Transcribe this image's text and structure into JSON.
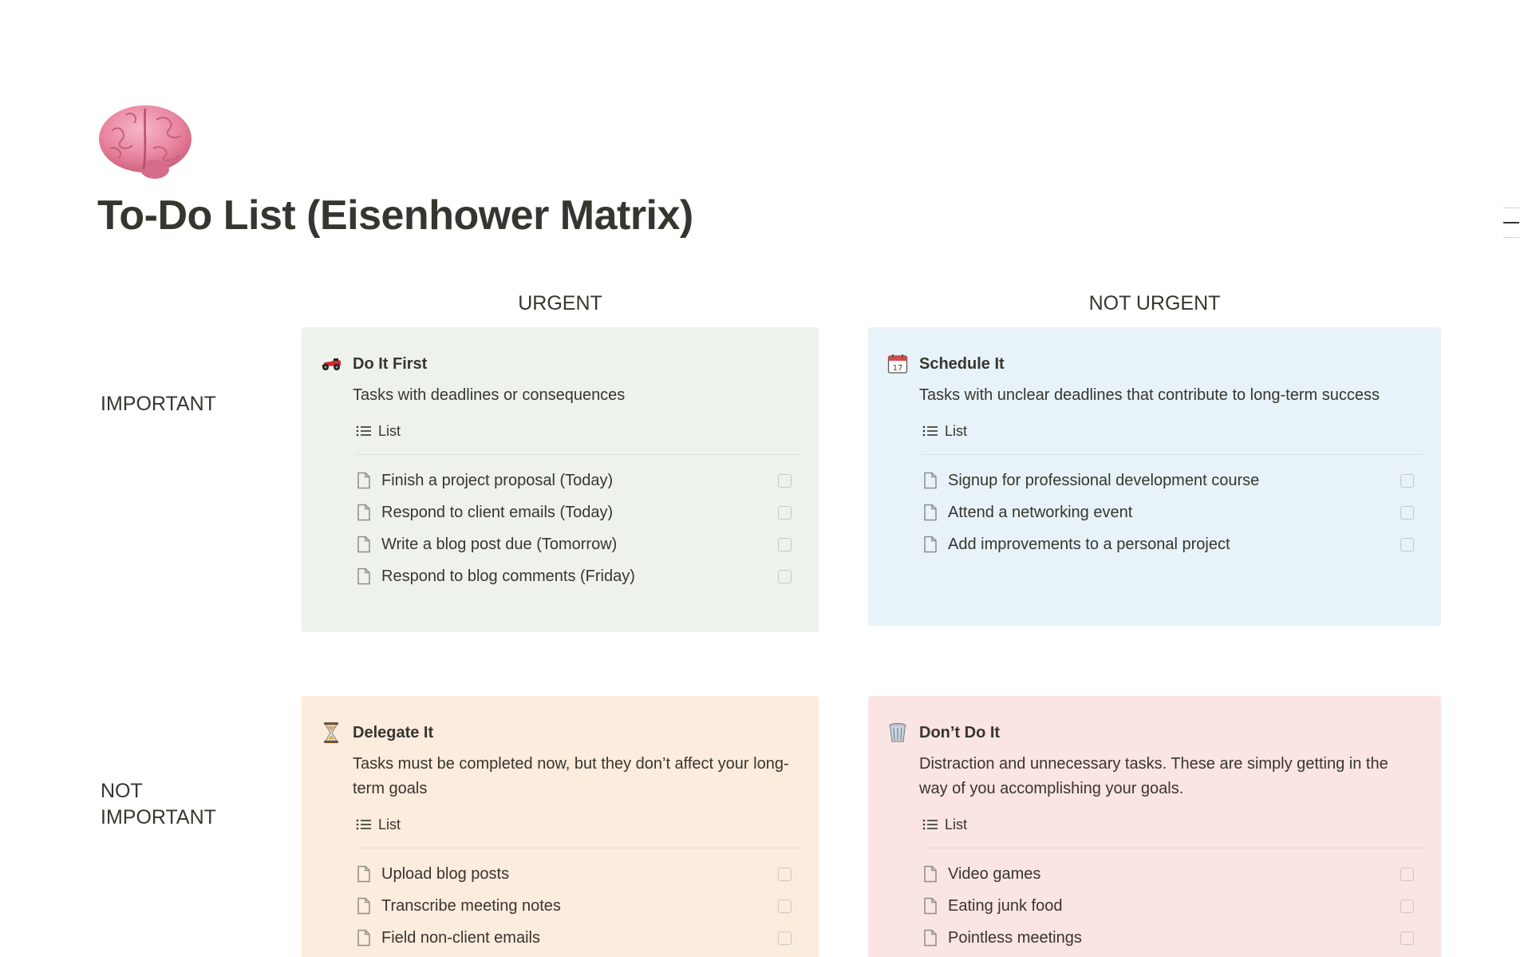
{
  "page": {
    "title": "To-Do List (Eisenhower Matrix)",
    "icon": "brain-icon"
  },
  "columns": {
    "urgent": "URGENT",
    "not_urgent": "NOT URGENT"
  },
  "rows": {
    "important": "IMPORTANT",
    "not_important_line1": "NOT",
    "not_important_line2": "IMPORTANT"
  },
  "quadrants": [
    {
      "icon": "race-car-icon",
      "title": "Do It First",
      "description": "Tasks with deadlines or consequences",
      "view_label": "List",
      "color": "#edf3ec",
      "items": [
        "Finish a project proposal (Today)",
        "Respond to client emails (Today)",
        "Write a blog post due (Tomorrow)",
        "Respond to blog comments (Friday)"
      ]
    },
    {
      "icon": "calendar-icon",
      "title": "Schedule It",
      "description": "Tasks with unclear deadlines that contribute to long-term success",
      "view_label": "List",
      "color": "#e7f3f8",
      "items": [
        "Signup for professional development course",
        "Attend a networking event",
        "Add improvements to a personal project"
      ]
    },
    {
      "icon": "hourglass-icon",
      "title": "Delegate It",
      "description": "Tasks must be completed now, but they don’t affect your long-term goals",
      "view_label": "List",
      "color": "#fbecdd",
      "items": [
        "Upload blog posts",
        "Transcribe meeting notes",
        "Field non-client emails"
      ]
    },
    {
      "icon": "wastebasket-icon",
      "title": "Don’t Do It",
      "description": "Distraction and unnecessary tasks. These are simply getting in the way of you accomplishing your goals.",
      "view_label": "List",
      "color": "#fbe4e4",
      "items": [
        "Video games",
        "Eating junk food",
        "Pointless meetings"
      ]
    }
  ]
}
